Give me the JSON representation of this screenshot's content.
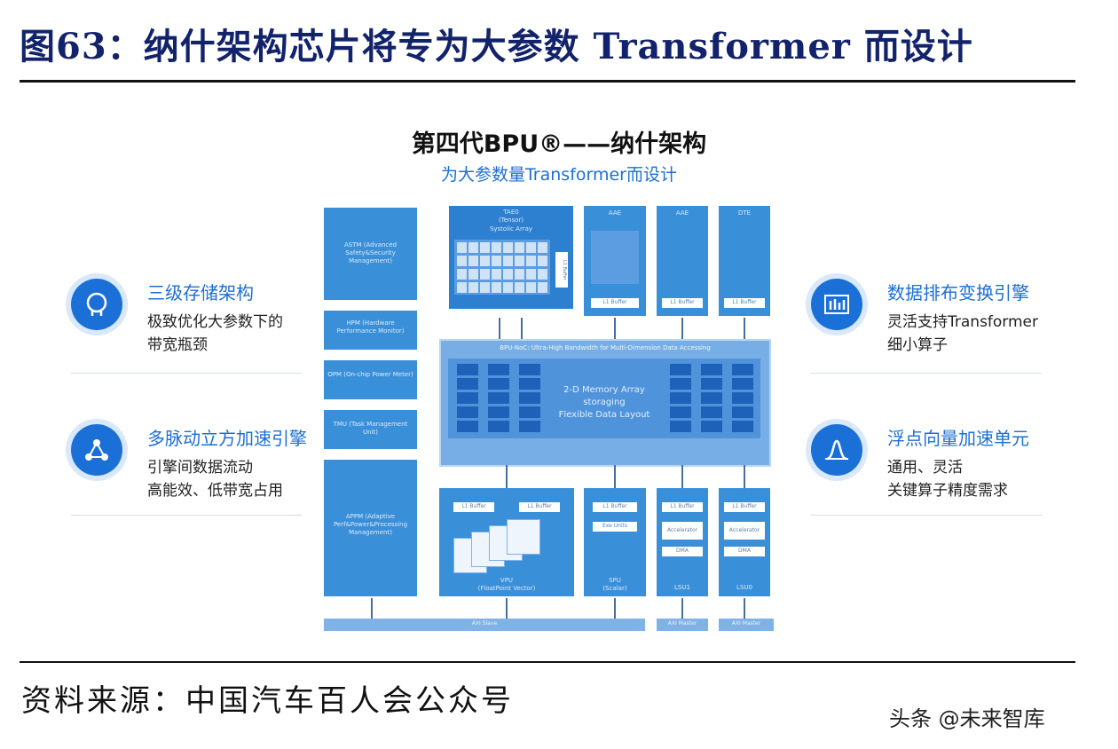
{
  "header": {
    "title": "图63：纳什架构芯片将专为大参数 Transformer 而设计"
  },
  "diagram": {
    "title": "第四代BPU®——纳什架构",
    "subtitle": "为大参数量Transformer而设计",
    "features_left": [
      {
        "title": "三级存储架构",
        "desc1": "极致优化大参数下的",
        "desc2": "带宽瓶颈",
        "icon": "brain-icon"
      },
      {
        "title": "多脉动立方加速引擎",
        "desc1": "引擎间数据流动",
        "desc2": "高能效、低带宽占用",
        "icon": "network-icon"
      }
    ],
    "features_right": [
      {
        "title": "数据排布变换引擎",
        "desc1": "灵活支持Transformer",
        "desc2": "细小算子",
        "icon": "layout-icon"
      },
      {
        "title": "浮点向量加速单元",
        "desc1": "通用、灵活",
        "desc2": "关键算子精度需求",
        "icon": "curve-icon"
      }
    ],
    "left_blocks": [
      {
        "label": "ASTM (Advanced Safety&Security Management)"
      },
      {
        "label": "HPM (Hardware Performance Monitor)"
      },
      {
        "label": "OPM (On-chip Power Meter)"
      },
      {
        "label": "TMU (Task Management Unit)"
      },
      {
        "label": "APPM (Adaptive Perf&Power&Processing Management)"
      }
    ],
    "top_blocks": [
      {
        "title": "TAE0",
        "sub": "(Tensor)",
        "inner": "Systolic Array",
        "buffer": "L1 Buffer"
      },
      {
        "title": "AAE",
        "buffer": "L1 Buffer"
      },
      {
        "title": "AAE",
        "buffer": "L1 Buffer"
      },
      {
        "title": "DTE",
        "buffer": "L1 Buffer"
      }
    ],
    "noc": {
      "label": "BPU-NoC: Ultra-High Bandwidth for Multi-Dimension Data Accessing"
    },
    "memory": {
      "line1": "2-D Memory Array",
      "line2": "storaging",
      "line3": "Flexible Data Layout"
    },
    "bottom_blocks": [
      {
        "label": "VPU",
        "sub": "(FloatPoint Vector)",
        "buf1": "L1 Buffer",
        "buf2": "L1 Buffer"
      },
      {
        "label": "SPU",
        "sub": "(Scalar)",
        "buf1": "L1 Buffer",
        "buf2": "Exe Units"
      },
      {
        "label": "LSU1",
        "buf1": "L1 Buffer",
        "buf2": "Accelerator",
        "buf3": "DMA"
      },
      {
        "label": "LSU0",
        "buf1": "L1 Buffer",
        "buf2": "Accelerator",
        "buf3": "DMA"
      }
    ],
    "buses": [
      {
        "label": "AXI Slave"
      },
      {
        "label": "AXI Master"
      },
      {
        "label": "AXI Master"
      }
    ]
  },
  "footer": {
    "source": "资料来源：中国汽车百人会公众号",
    "watermark": "头条 @未来智库"
  }
}
